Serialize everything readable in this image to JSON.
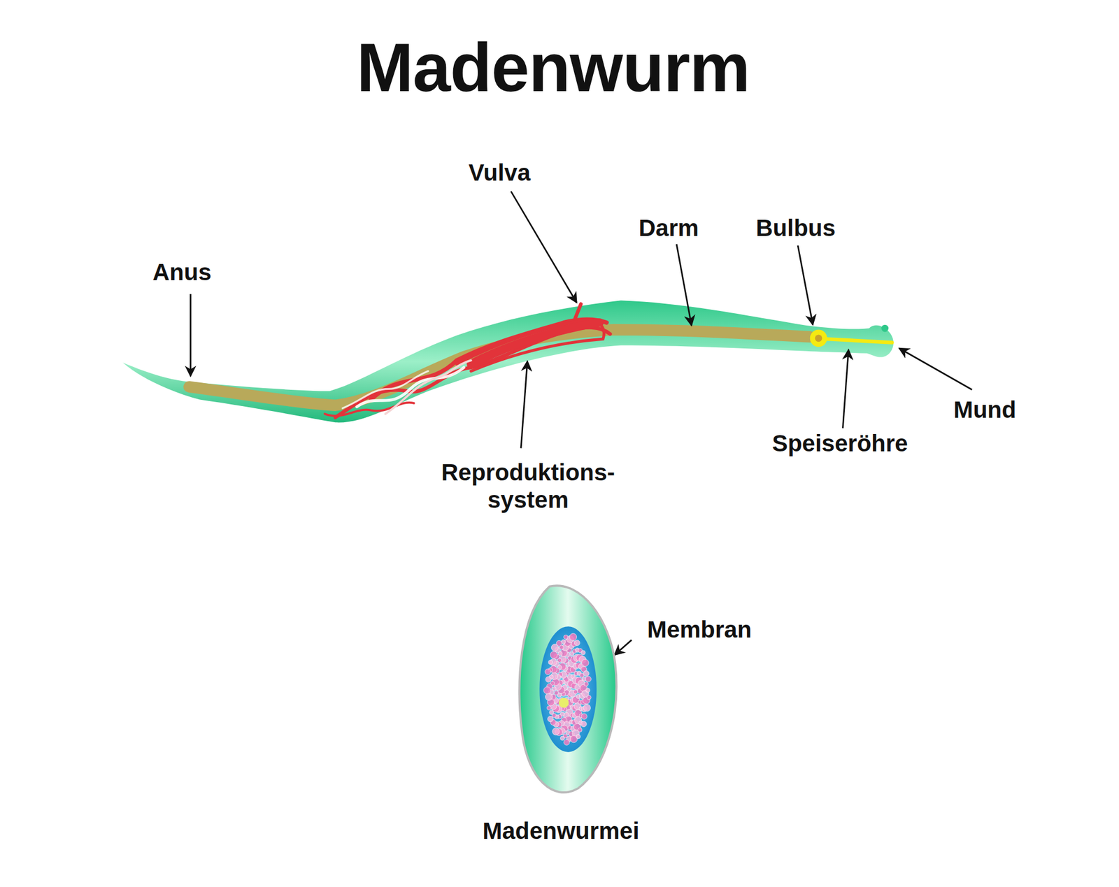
{
  "diagram": {
    "title": "Madenwurm",
    "labels": [
      "Vulva",
      "Darm",
      "Bulbus",
      "Anus",
      "Reproduktions- system",
      "Speiseröhre",
      "Mund",
      "Membran",
      "Madenwurmei"
    ]
  }
}
